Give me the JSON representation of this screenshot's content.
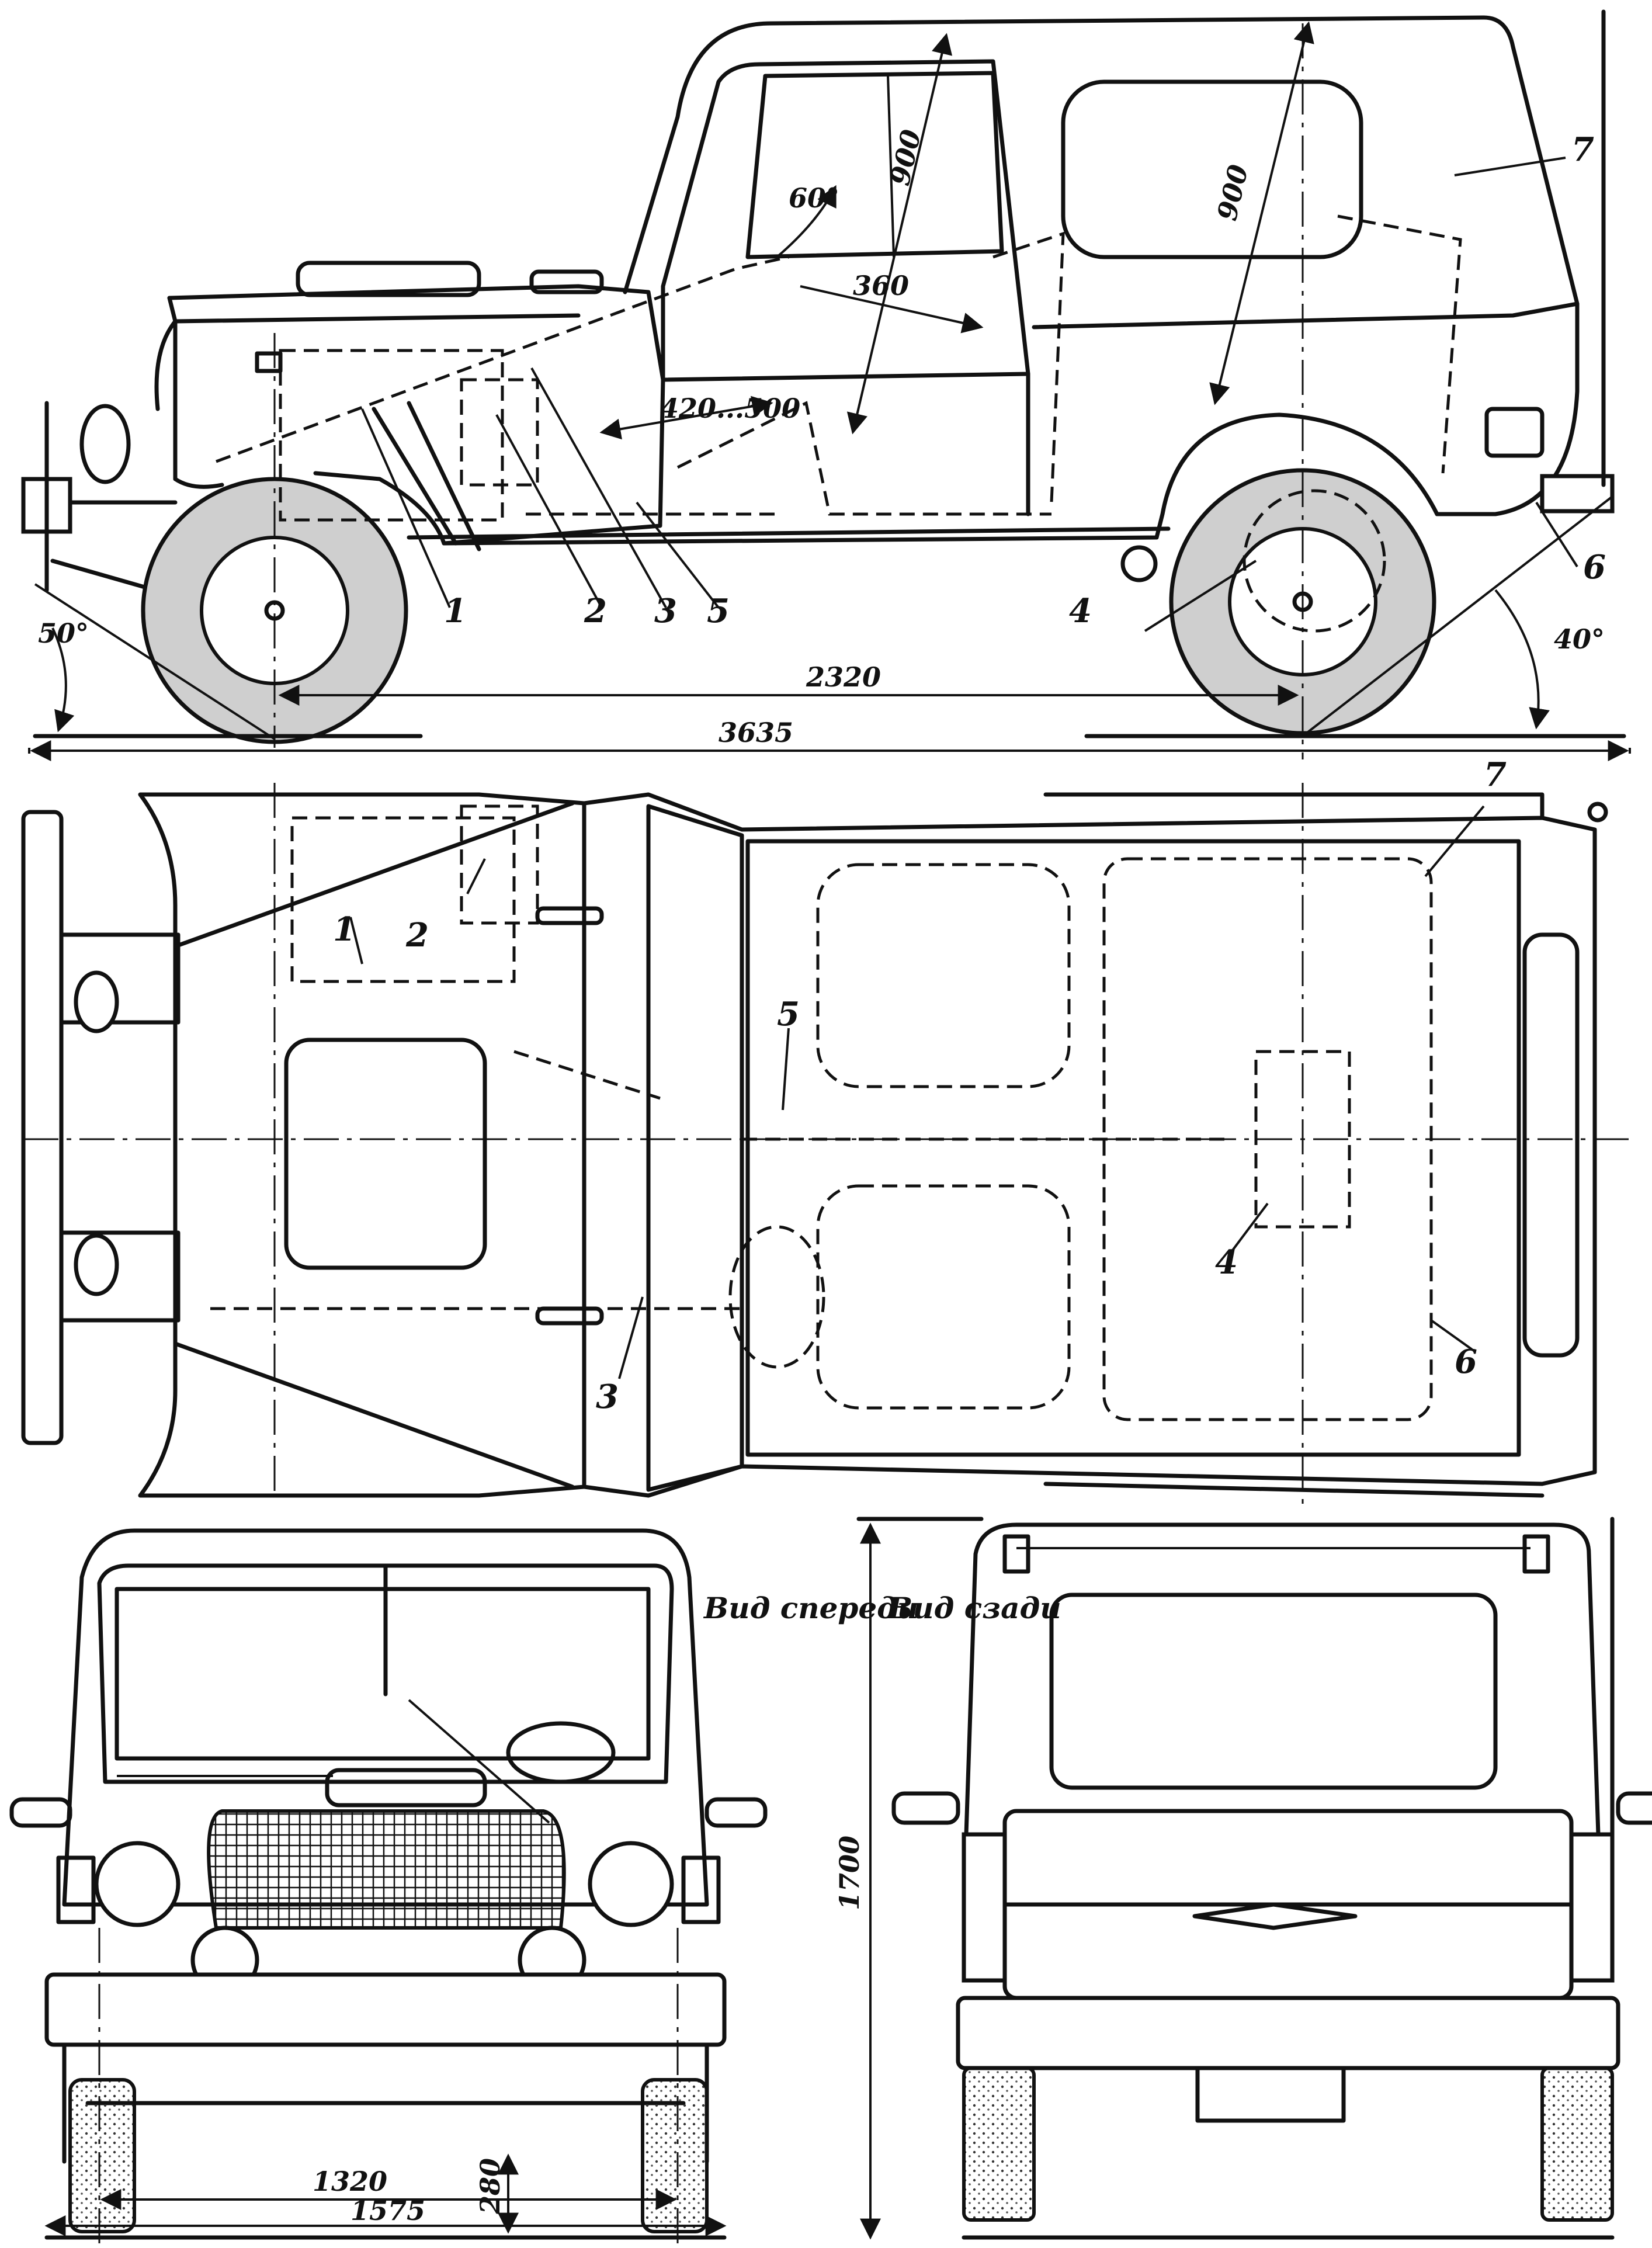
{
  "views": {
    "front_caption": "Вид спереди",
    "rear_caption": "Вид сзади"
  },
  "callouts": {
    "c1": "1",
    "c2": "2",
    "c3": "3",
    "c4": "4",
    "c5": "5",
    "c6": "6",
    "c7": "7"
  },
  "dimensions": {
    "overall_length": "3635",
    "wheelbase": "2320",
    "approach_angle": "50°",
    "departure_angle": "40°",
    "seat_back_angle": "60°",
    "seat_depth": "360",
    "seat_adjust": "420...500",
    "front_headroom": "900",
    "rear_headroom": "900",
    "track_inner": "1320",
    "track_outer": "1575",
    "ground_clearance": "280",
    "height": "1700"
  }
}
